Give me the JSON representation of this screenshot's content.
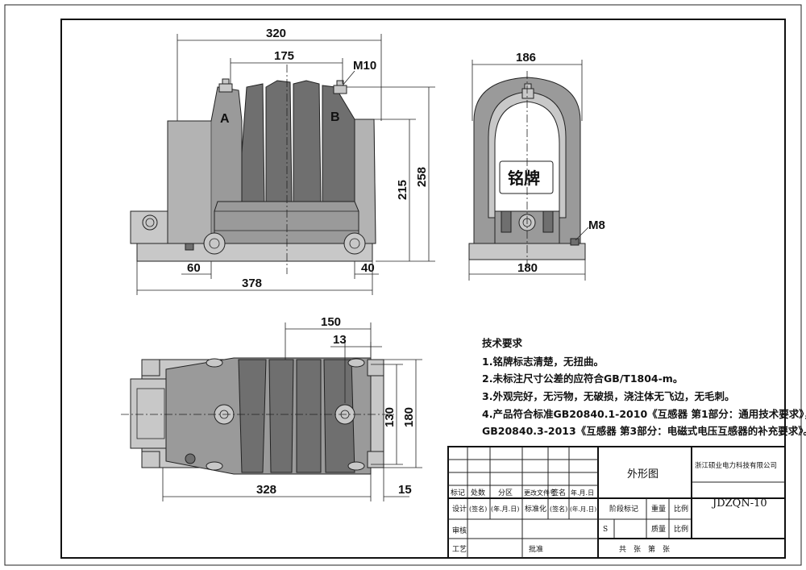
{
  "front_view": {
    "dim_overall_width": "320",
    "dim_terminal_spacing": "175",
    "thread_top": "M10",
    "terminal_a": "A",
    "terminal_b": "B",
    "dim_height_total": "258",
    "dim_height_body": "215",
    "dim_left_offset": "60",
    "dim_right_offset": "40",
    "dim_base_length": "378"
  },
  "side_view": {
    "dim_top_width": "186",
    "nameplate": "铭牌",
    "thread_ground": "M8",
    "dim_base_width": "180"
  },
  "top_view": {
    "dim_150": "150",
    "dim_13": "13",
    "dim_130": "130",
    "dim_180": "180",
    "dim_328": "328",
    "dim_15": "15"
  },
  "requirements": {
    "title": "技术要求",
    "items": [
      "1.铭牌标志清楚，无扭曲。",
      "2.未标注尺寸公差的应符合GB/T1804-m。",
      "3.外观完好，无污物，无破损，浇注体无飞边，无毛刺。",
      "4.产品符合标准GB20840.1-2010《互感器 第1部分：通用技术要求》，",
      "GB20840.3-2013《互感器 第3部分：电磁式电压互感器的补充要求》。"
    ]
  },
  "title_block": {
    "drawing_title": "外形图",
    "company": "浙江硕业电力科技有限公司",
    "model": "JDZQN-10",
    "hdr_mark": "标记",
    "hdr_count": "处数",
    "hdr_zone": "分区",
    "hdr_change_doc": "更改文件号",
    "hdr_sign": "签名",
    "hdr_date": "年.月.日",
    "design": "设计",
    "sign_placeholder": "(签名)",
    "date_placeholder": "(年.月.日)",
    "standardize": "标准化",
    "stage_mark": "阶段标记",
    "weight": "重量",
    "scale": "比例",
    "scale2": "比例",
    "stage_s": "S",
    "quality": "质量",
    "review": "审核",
    "process": "工艺",
    "approve": "批准",
    "total_sheets": "共　张　第　张"
  }
}
